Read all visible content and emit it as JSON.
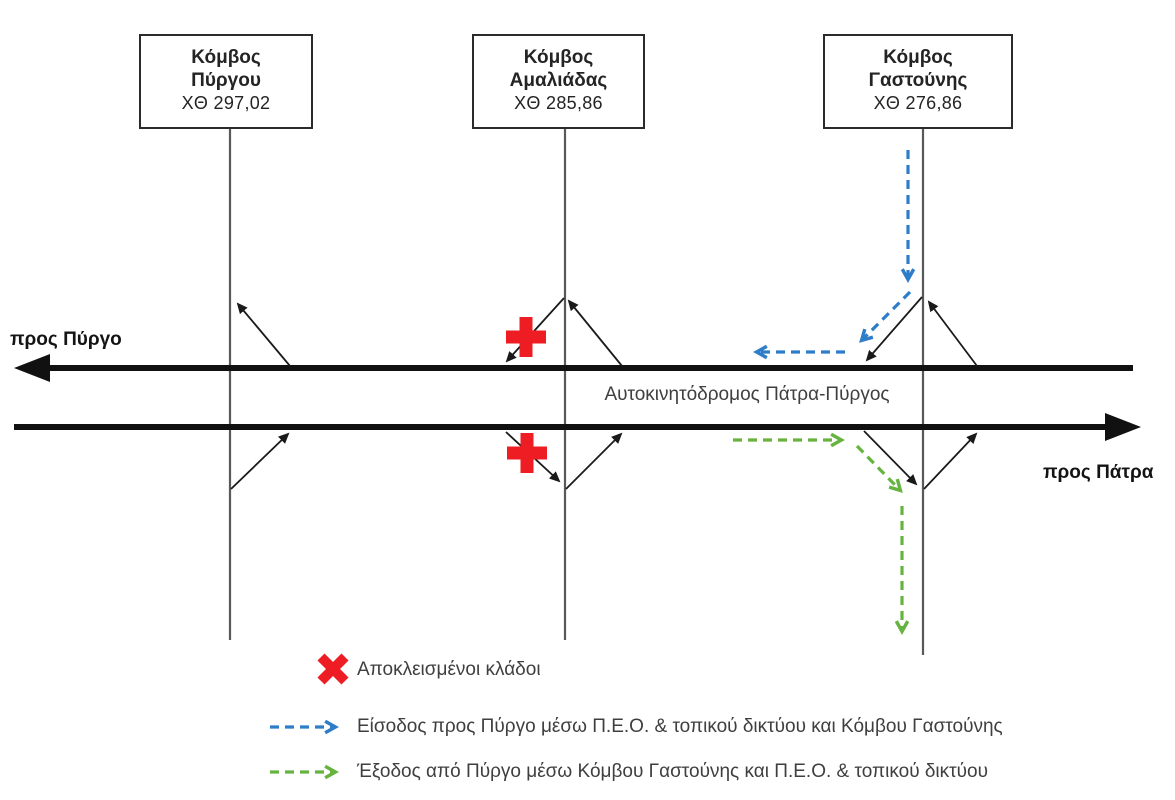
{
  "diagram": {
    "title_center": "Αυτοκινητόδρομος Πάτρα-Πύργος",
    "direction_left": "προς Πύργο",
    "direction_right": "προς Πάτρα",
    "junctions": [
      {
        "name_line1": "Κόμβος",
        "name_line2": "Πύργου",
        "chainage": "ΧΘ 297,02"
      },
      {
        "name_line1": "Κόμβος",
        "name_line2": "Αμαλιάδας",
        "chainage": "ΧΘ 285,86"
      },
      {
        "name_line1": "Κόμβος",
        "name_line2": "Γαστούνης",
        "chainage": "ΧΘ 276,86"
      }
    ]
  },
  "legend": {
    "items": [
      {
        "symbol": "blocked-cross-icon",
        "label": "Αποκλεισμένοι κλάδοι"
      },
      {
        "symbol": "entry-route-arrow-icon",
        "label": "Είσοδος προς Πύργο μέσω Π.Ε.Ο. & τοπικού δικτύου και Κόμβου Γαστούνης"
      },
      {
        "symbol": "exit-route-arrow-icon",
        "label": "Έξοδος από Πύργο μέσω Κόμβου Γαστούνης και Π.Ε.Ο. & τοπικού δικτύου"
      }
    ]
  },
  "colors": {
    "blocked_red": "#EE1D23",
    "entry_blue": "#2D7DC8",
    "exit_green": "#66B43F",
    "road_black": "#111111",
    "secondary_road_gray": "#595959",
    "text_dark": "#3F3F3F"
  }
}
